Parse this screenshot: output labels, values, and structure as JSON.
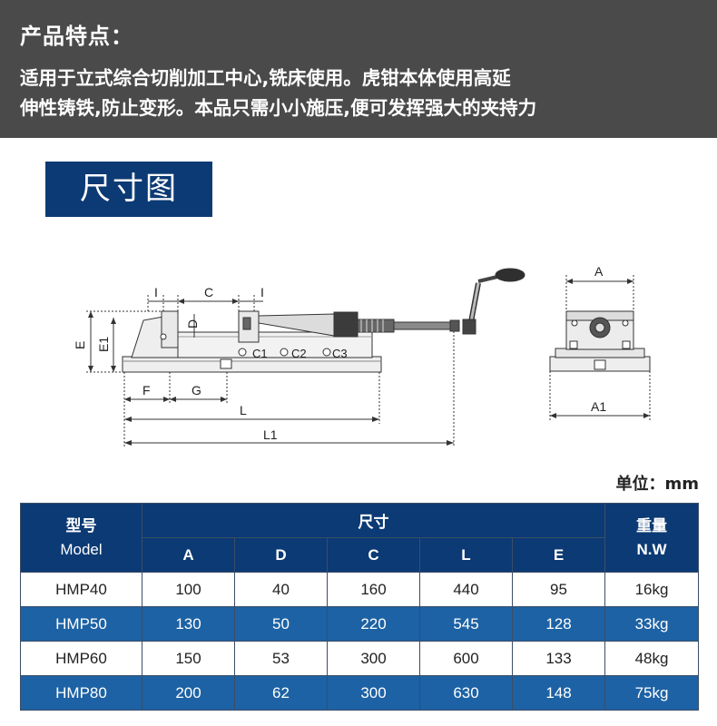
{
  "features": {
    "title": "产品特点：",
    "line1": "适用于立式综合切削加工中心,铣床使用。虎钳本体使用高延",
    "line2": "伸性铸铁,防止变形。本品只需小小施压,便可发挥强大的夹持力"
  },
  "section_title": "尺寸图",
  "drawing": {
    "labels": {
      "I_left": "I",
      "C": "C",
      "I_right": "I",
      "D": "D",
      "E": "E",
      "E1": "E1",
      "C1": "C1",
      "C2": "C2",
      "C3": "C3",
      "F": "F",
      "G": "G",
      "L": "L",
      "L1": "L1",
      "A": "A",
      "A1": "A1"
    }
  },
  "unit": "单位：mm",
  "table": {
    "header": {
      "model_cn": "型号",
      "model_en": "Model",
      "size": "尺寸",
      "weight_cn": "重量",
      "weight_en": "N.W",
      "columns": [
        "A",
        "D",
        "C",
        "L",
        "E"
      ]
    },
    "rows": [
      {
        "model": "HMP40",
        "A": "100",
        "D": "40",
        "C": "160",
        "L": "440",
        "E": "95",
        "nw": "16kg"
      },
      {
        "model": "HMP50",
        "A": "130",
        "D": "50",
        "C": "220",
        "L": "545",
        "E": "128",
        "nw": "33kg"
      },
      {
        "model": "HMP60",
        "A": "150",
        "D": "53",
        "C": "300",
        "L": "600",
        "E": "133",
        "nw": "48kg"
      },
      {
        "model": "HMP80",
        "A": "200",
        "D": "62",
        "C": "300",
        "L": "630",
        "E": "148",
        "nw": "75kg"
      }
    ],
    "colors": {
      "header": "#0c3a74",
      "alt_row": "#1d62a4"
    }
  }
}
